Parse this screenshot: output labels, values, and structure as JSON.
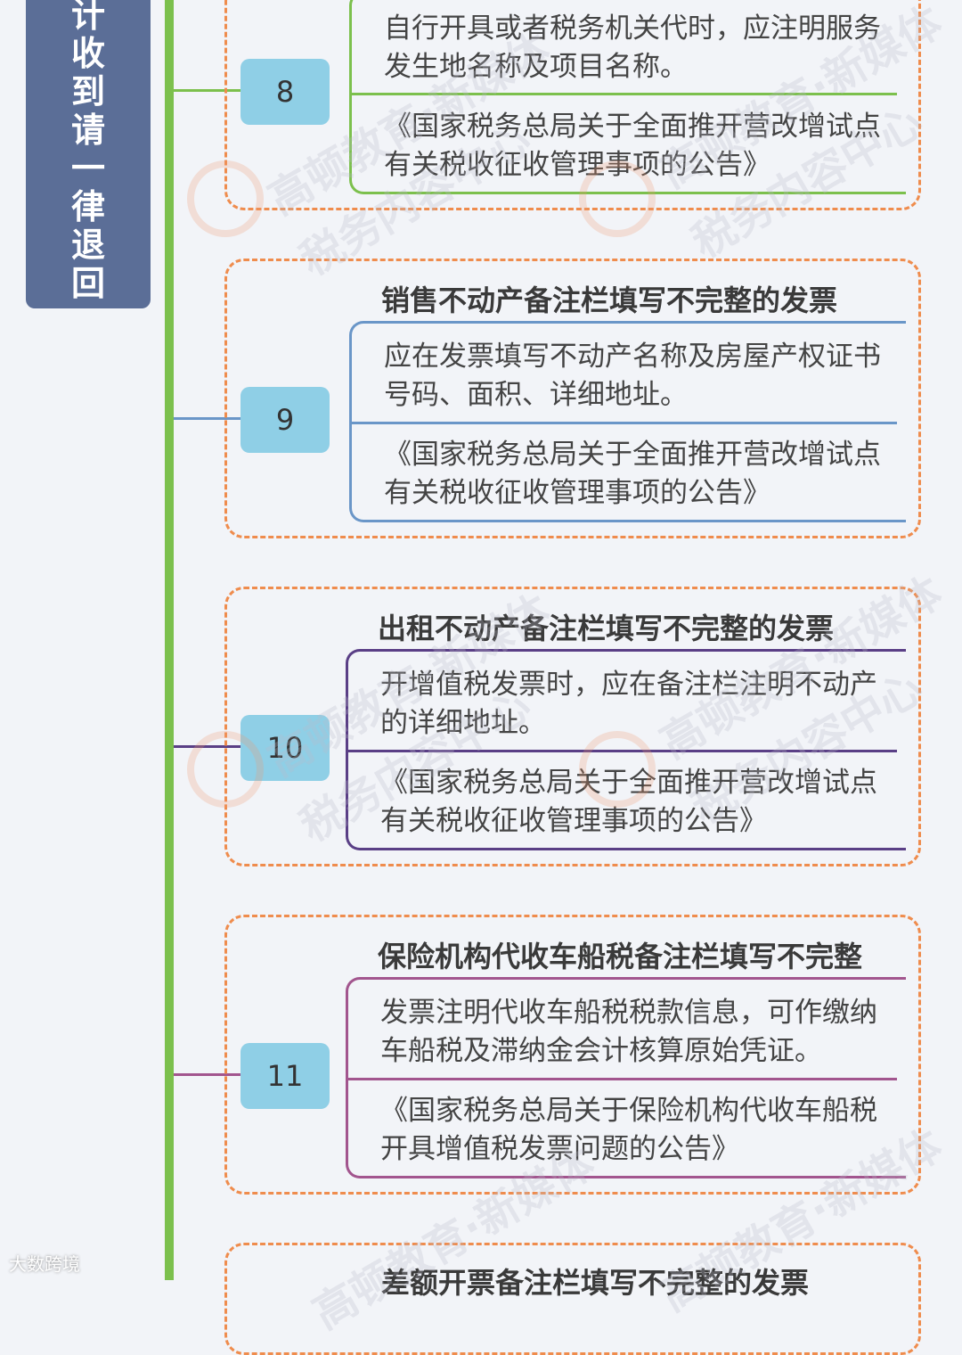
{
  "side_label": "计收到请一律退回",
  "items": [
    {
      "number": "8",
      "title": "",
      "desc": "自行开具或者税务机关代时，应注明服务发生地名称及项目名称。",
      "source": "《国家税务总局关于全面推开营改增试点有关税收征收管理事项的公告》",
      "color": "#7cc04d"
    },
    {
      "number": "9",
      "title": "销售不动产备注栏填写不完整的发票",
      "desc": "应在发票填写不动产名称及房屋产权证书号码、面积、详细地址。",
      "source": "《国家税务总局关于全面推开营改增试点有关税收征收管理事项的公告》",
      "color": "#6a96c8"
    },
    {
      "number": "10",
      "title": "出租不动产备注栏填写不完整的发票",
      "desc": "开增值税发票时，应在备注栏注明不动产的详细地址。",
      "source": "《国家税务总局关于全面推开营改增试点有关税收征收管理事项的公告》",
      "color": "#5a3f86"
    },
    {
      "number": "11",
      "title": "保险机构代收车船税备注栏填写不完整",
      "desc": "发票注明代收车船税税款信息，可作缴纳车船税及滞纳金会计核算原始凭证。",
      "source": "《国家税务总局关于保险机构代收车船税开具增值税发票问题的公告》",
      "color": "#a2558e"
    }
  ],
  "next_title_partial": "差额开票备注栏填写不完整的发票",
  "watermark": {
    "line1": "高顿教育·新媒体",
    "line2": "税务内容中心"
  },
  "brand": "大数跨境",
  "colors": {
    "spine": "#7cc04d",
    "card_border": "#ef8c4d",
    "number_bg": "#8fcfe6",
    "side_bg": "#5b6e97"
  }
}
